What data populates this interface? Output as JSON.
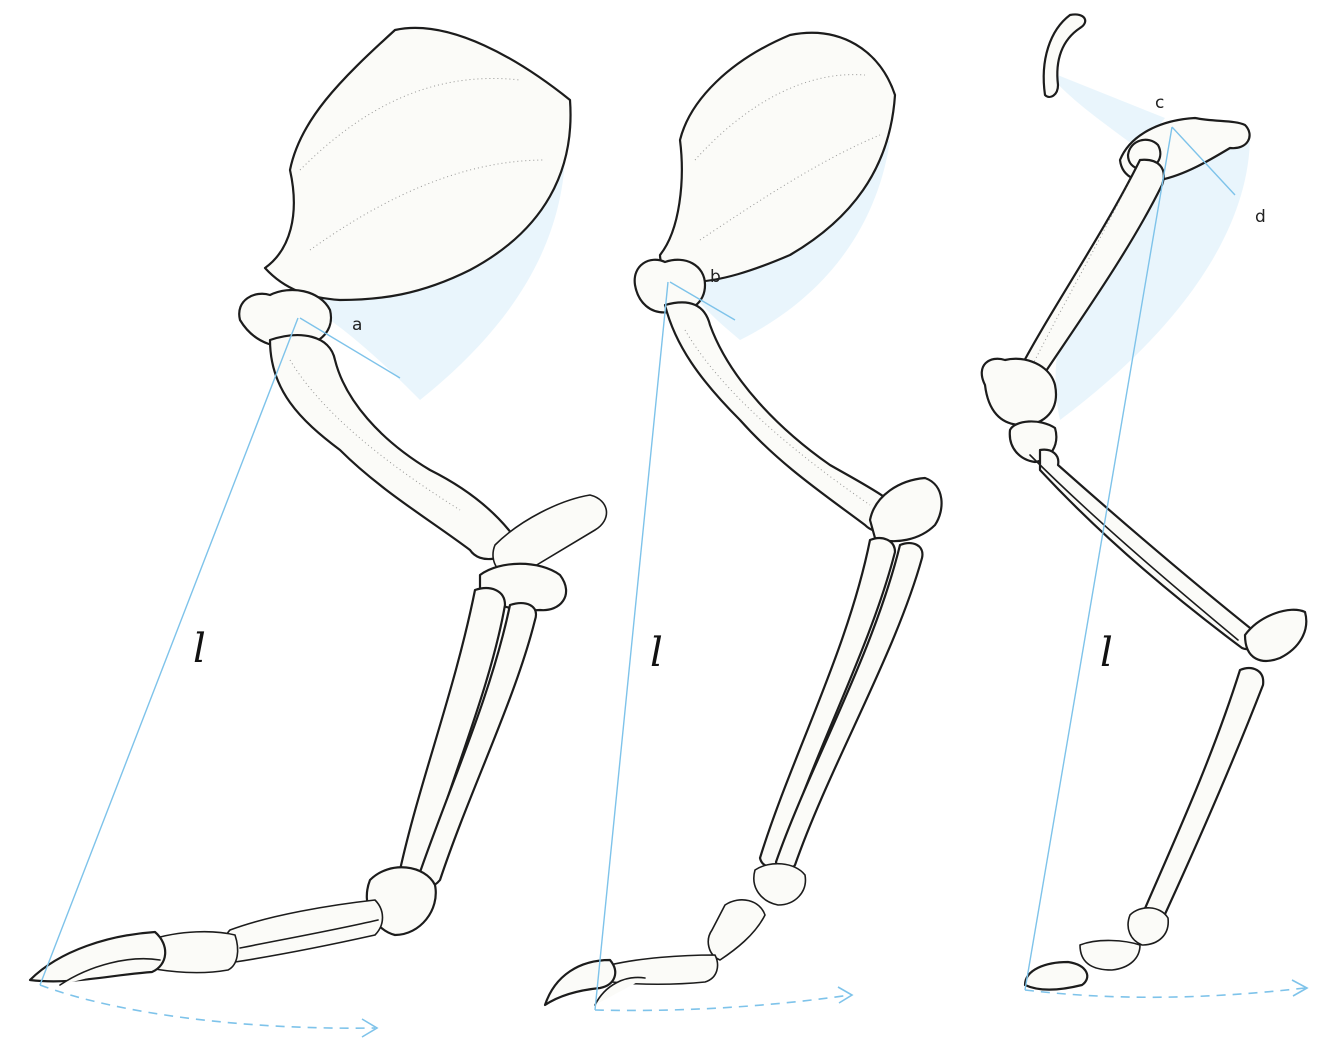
{
  "labels": {
    "a": "a",
    "b": "b",
    "c": "c",
    "d": "d",
    "l_left": "l",
    "l_middle": "l",
    "l_right": "l"
  },
  "colors": {
    "lever_line": "#7ec3ea",
    "muscle_fill": "#cfe8f8",
    "bone_outline": "#1c1c1c",
    "bone_fill": "#fbfbf8"
  }
}
